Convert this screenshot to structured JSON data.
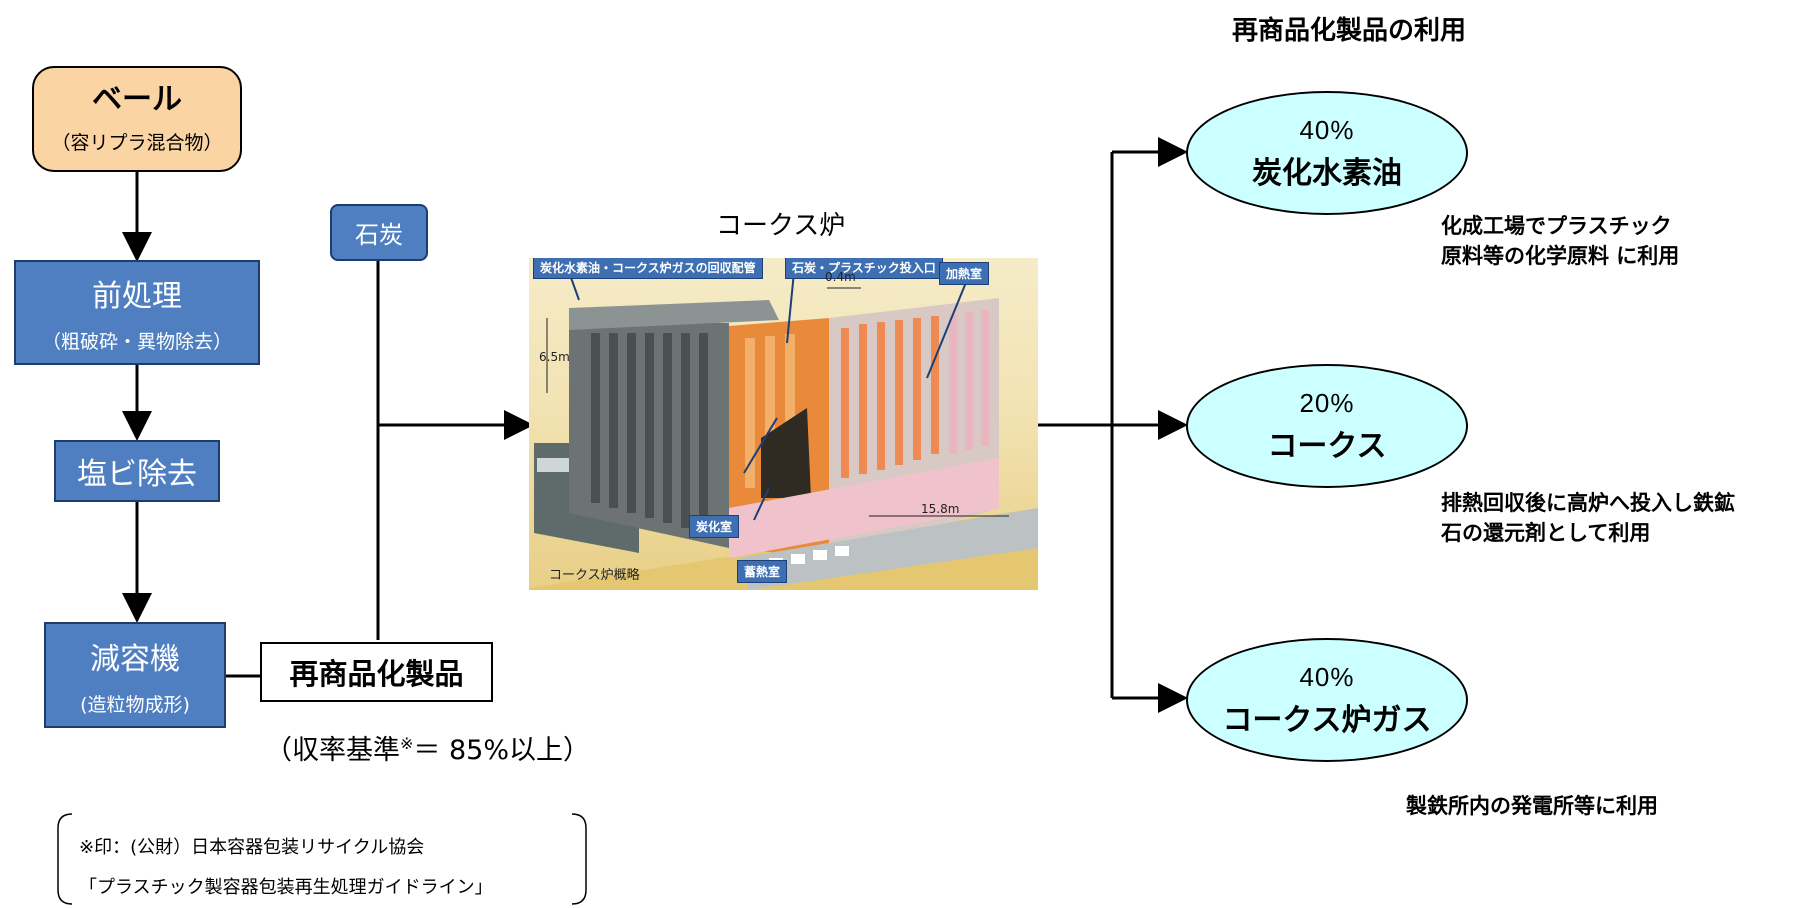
{
  "title": "再商品化製品の利用",
  "flow": {
    "bale": {
      "main": "ベール",
      "sub": "（容リプラ混合物）"
    },
    "pretreatment": {
      "main": "前処理",
      "sub": "（粗破砕・異物除去）"
    },
    "pvc_removal": {
      "main": "塩ビ除去"
    },
    "volume_reducer": {
      "main": "減容機",
      "sub": "(造粒物成形)"
    },
    "coal": {
      "main": "石炭"
    },
    "recycled_product": {
      "main": "再商品化製品"
    },
    "yield_note": {
      "prefix": "（収率基準",
      "mark": "※",
      "suffix": "＝ 85%以上）"
    }
  },
  "oven": {
    "title": "コークス炉",
    "tags": {
      "gas_pipe": "炭化水素油・コークス炉ガスの回収配管",
      "inlet": "石炭・プラスチック投入口",
      "heating": "加熱室",
      "carbonization": "炭化室",
      "regenerator": "蓄熱室"
    },
    "dims": {
      "width": "0.4m",
      "height": "6.5m",
      "length": "15.8m"
    },
    "caption": "コークス炉概略"
  },
  "outputs": [
    {
      "percent": "40%",
      "product": "炭化水素油",
      "desc": [
        "化成工場でプラスチック",
        "原料等の化学原料 に利用"
      ]
    },
    {
      "percent": "20%",
      "product": "コークス",
      "desc": [
        "排熱回収後に高炉へ投入し鉄鉱",
        "石の還元剤として利用"
      ]
    },
    {
      "percent": "40%",
      "product": "コークス炉ガス",
      "desc": [
        "製鉄所内の発電所等に利用"
      ]
    }
  ],
  "footnote": {
    "line1": "※印：(公財）日本容器包装リサイクル協会",
    "line2": "「プラスチック製容器包装再生処理ガイドライン」"
  },
  "colors": {
    "blue_box": "#4f7fc0",
    "orange_box": "#fbd4a3",
    "ellipse": "#ccffff"
  }
}
